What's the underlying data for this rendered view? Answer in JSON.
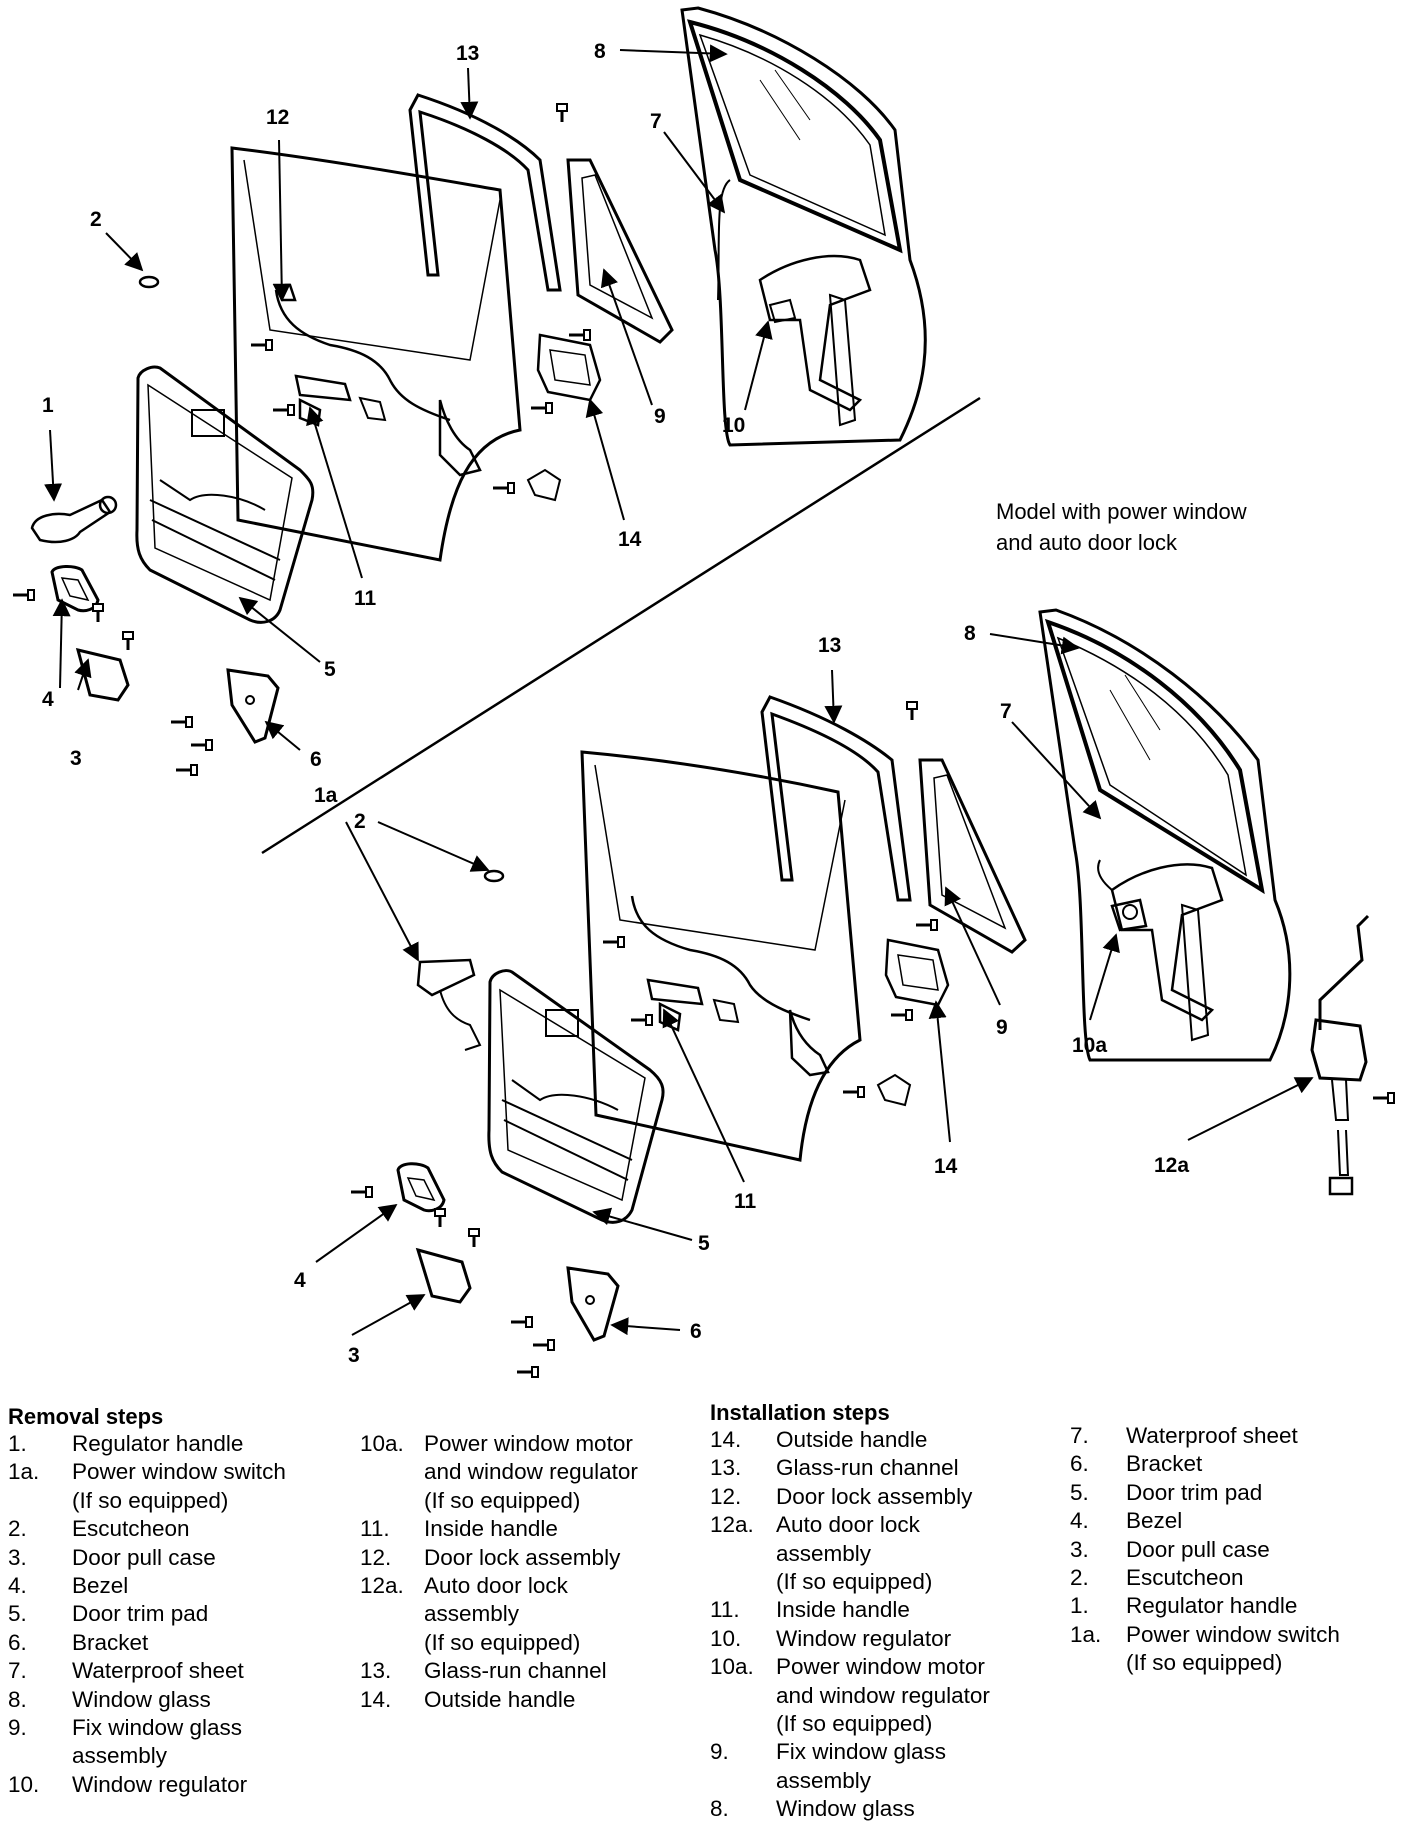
{
  "diagram": {
    "caption_lines": [
      "Model with power window",
      "and auto door lock"
    ],
    "labels_top": {
      "l1": "1",
      "l2": "2",
      "l3": "3",
      "l4": "4",
      "l5": "5",
      "l6": "6",
      "l7": "7",
      "l8": "8",
      "l9": "9",
      "l10": "10",
      "l11": "11",
      "l12": "12",
      "l13": "13",
      "l14": "14"
    },
    "labels_bottom": {
      "l1a": "1a",
      "l2": "2",
      "l3": "3",
      "l4": "4",
      "l5": "5",
      "l6": "6",
      "l7": "7",
      "l8": "8",
      "l9": "9",
      "l10a": "10a",
      "l11": "11",
      "l12a": "12a",
      "l13": "13",
      "l14": "14"
    }
  },
  "removal": {
    "title": "Removal steps",
    "col1": [
      {
        "num": "1.",
        "lines": [
          "Regulator handle"
        ]
      },
      {
        "num": "1a.",
        "lines": [
          "Power window switch",
          "(If so equipped)"
        ]
      },
      {
        "num": "2.",
        "lines": [
          "Escutcheon"
        ]
      },
      {
        "num": "3.",
        "lines": [
          "Door pull case"
        ]
      },
      {
        "num": "4.",
        "lines": [
          "Bezel"
        ]
      },
      {
        "num": "5.",
        "lines": [
          "Door trim pad"
        ]
      },
      {
        "num": "6.",
        "lines": [
          "Bracket"
        ]
      },
      {
        "num": "7.",
        "lines": [
          "Waterproof sheet"
        ]
      },
      {
        "num": "8.",
        "lines": [
          "Window glass"
        ]
      },
      {
        "num": "9.",
        "lines": [
          "Fix window glass",
          "assembly"
        ]
      },
      {
        "num": "10.",
        "lines": [
          "Window regulator"
        ]
      }
    ],
    "col2": [
      {
        "num": "10a.",
        "lines": [
          "Power window motor",
          "and window regulator",
          "(If so equipped)"
        ]
      },
      {
        "num": "11.",
        "lines": [
          "Inside handle"
        ]
      },
      {
        "num": "12.",
        "lines": [
          "Door lock assembly"
        ]
      },
      {
        "num": "12a.",
        "lines": [
          "Auto door lock",
          "assembly",
          "(If so equipped)"
        ]
      },
      {
        "num": "13.",
        "lines": [
          "Glass-run channel"
        ]
      },
      {
        "num": "14.",
        "lines": [
          "Outside handle"
        ]
      }
    ]
  },
  "installation": {
    "title": "Installation steps",
    "col1": [
      {
        "num": "14.",
        "lines": [
          "Outside handle"
        ]
      },
      {
        "num": "13.",
        "lines": [
          "Glass-run channel"
        ]
      },
      {
        "num": "12.",
        "lines": [
          "Door lock assembly"
        ]
      },
      {
        "num": "12a.",
        "lines": [
          "Auto door lock",
          "assembly",
          "(If so equipped)"
        ]
      },
      {
        "num": "11.",
        "lines": [
          "Inside handle"
        ]
      },
      {
        "num": "10.",
        "lines": [
          "Window regulator"
        ]
      },
      {
        "num": "10a.",
        "lines": [
          "Power window motor",
          "and window regulator",
          "(If so equipped)"
        ]
      },
      {
        "num": "9.",
        "lines": [
          "Fix window glass",
          "assembly"
        ]
      },
      {
        "num": "8.",
        "lines": [
          "Window glass"
        ]
      }
    ],
    "col2": [
      {
        "num": "7.",
        "lines": [
          "Waterproof sheet"
        ]
      },
      {
        "num": "6.",
        "lines": [
          "Bracket"
        ]
      },
      {
        "num": "5.",
        "lines": [
          "Door trim pad"
        ]
      },
      {
        "num": "4.",
        "lines": [
          "Bezel"
        ]
      },
      {
        "num": "3.",
        "lines": [
          "Door pull case"
        ]
      },
      {
        "num": "2.",
        "lines": [
          "Escutcheon"
        ]
      },
      {
        "num": "1.",
        "lines": [
          "Regulator handle"
        ]
      },
      {
        "num": "1a.",
        "lines": [
          "Power window switch",
          "(If so equipped)"
        ]
      }
    ]
  }
}
